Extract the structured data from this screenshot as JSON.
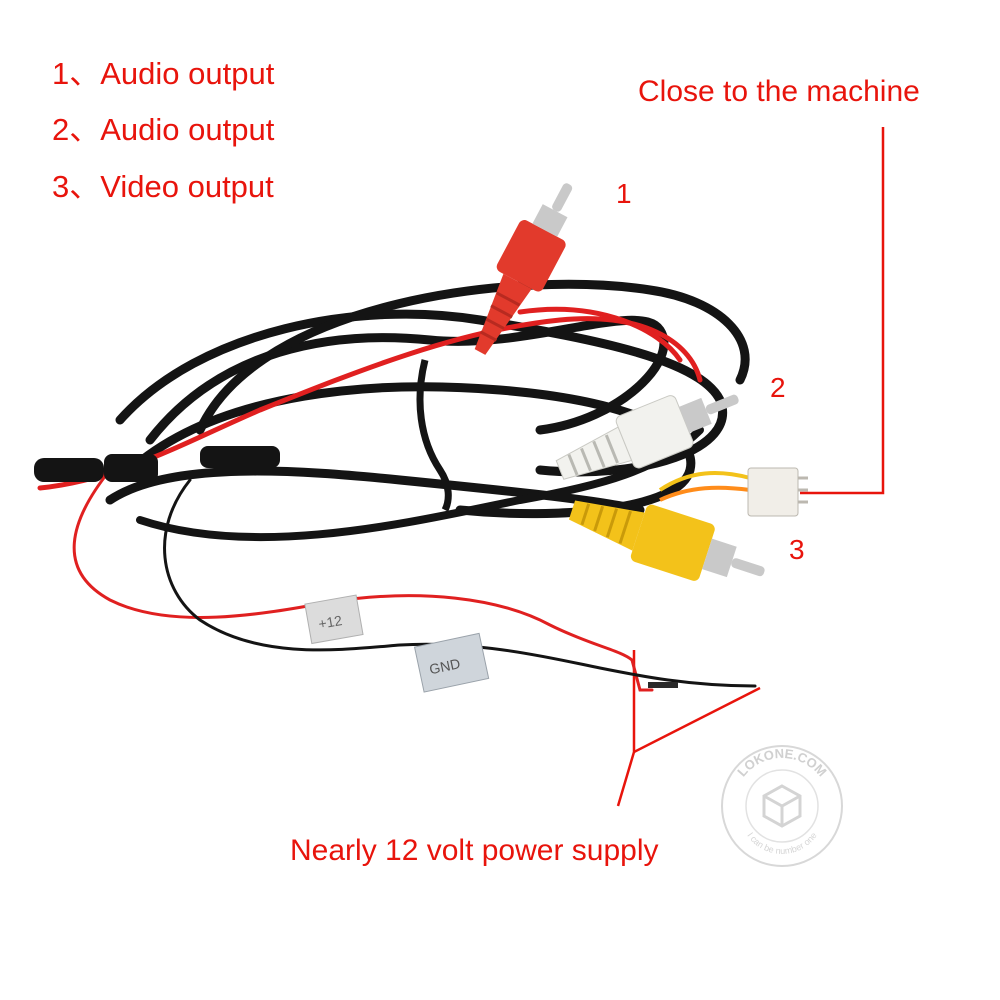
{
  "labels": {
    "legend": [
      {
        "number": "1、",
        "text": "Audio output"
      },
      {
        "number": "2、",
        "text": "Audio output"
      },
      {
        "number": "3、",
        "text": "Video output"
      }
    ],
    "callouts": {
      "machine": "Close to the machine",
      "power": "Nearly 12 volt power supply"
    },
    "plug_numbers": [
      "1",
      "2",
      "3"
    ]
  },
  "tags": {
    "positive": "+12",
    "ground": "GND"
  },
  "watermark": {
    "text": "LOKONE.COM",
    "subtext": "I can be number one"
  },
  "colors": {
    "label": "#e8140c",
    "cable_black": "#141414",
    "cable_red": "#e02020",
    "plug_red": "#e23a2c",
    "plug_white": "#f2f2ee",
    "plug_yellow": "#f3c21a",
    "metal": "#c9c9c9",
    "connector": "#f1eee8",
    "background": "#ffffff"
  }
}
